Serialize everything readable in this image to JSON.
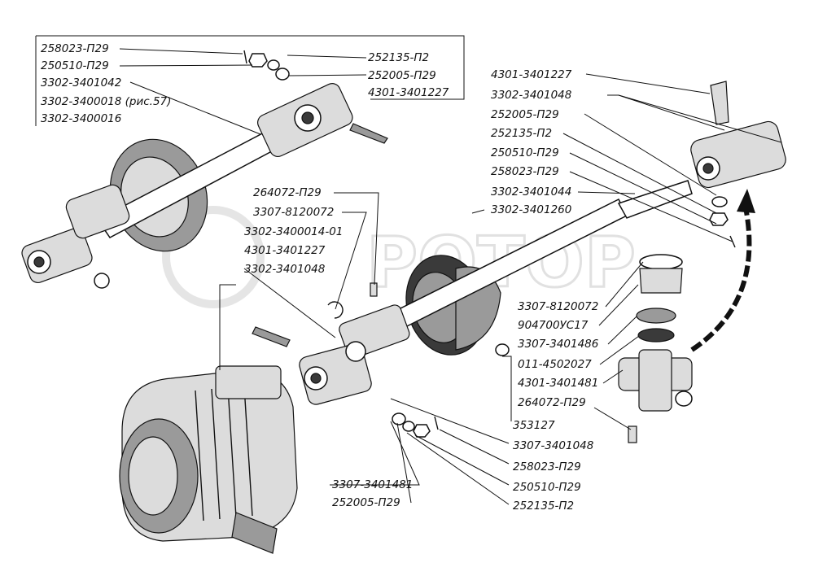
{
  "watermark": "РОТОР",
  "labels": {
    "l01": "258023-П29",
    "l02": "250510-П29",
    "l03": "3302-3401042",
    "l04": "3302-3400018 (рис.57)",
    "l05": "3302-3400016",
    "l06": "252135-П2",
    "l07": "252005-П29",
    "l08": "4301-3401227",
    "l09": "4301-3401227",
    "l10": "3302-3401048",
    "l11": "252005-П29",
    "l12": "252135-П2",
    "l13": "250510-П29",
    "l14": "258023-П29",
    "l15": "3302-3401044",
    "l16": "3302-3401260",
    "l17": "264072-П29",
    "l18": "3307-8120072",
    "l19": "3302-3400014-01",
    "l20": "4301-3401227",
    "l21": "3302-3401048",
    "l22": "3307-8120072",
    "l23": "904700УС17",
    "l24": "3307-3401486",
    "l25": "011-4502027",
    "l26": "4301-3401481",
    "l27": "264072-П29",
    "l28": "353127",
    "l29": "3307-3401048",
    "l30": "258023-П29",
    "l31": "250510-П29",
    "l32": "252135-П2",
    "l33": "3307-3401481",
    "l34": "252005-П29"
  }
}
